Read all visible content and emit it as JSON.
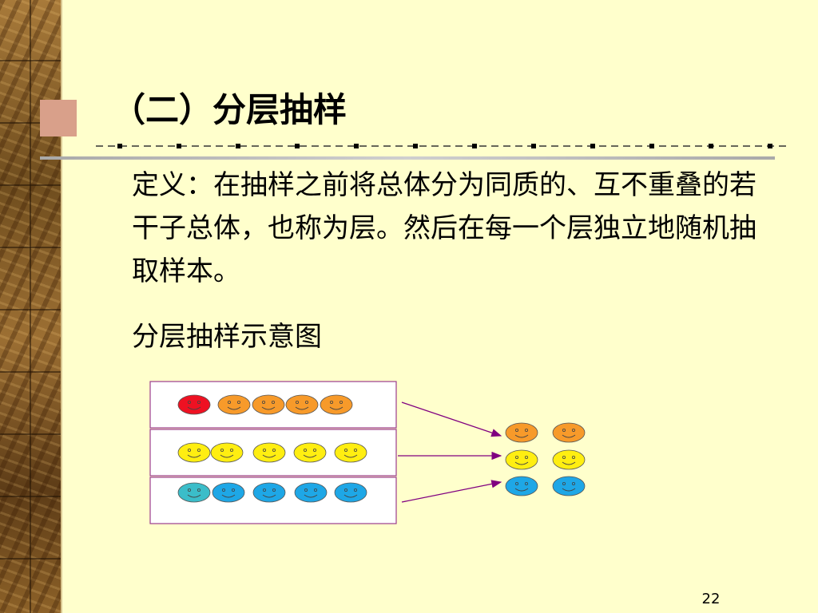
{
  "slide": {
    "title": "（二）分层抽样",
    "definition": "定义：在抽样之前将总体分为同质的、互不重叠的若干子总体，也称为层。然后在每一个层独立地随机抽取样本。",
    "diagram_caption": "分层抽样示意图",
    "page_number": "22"
  },
  "colors": {
    "background": "#ffffcc",
    "bullet": "#d9a08a",
    "arrow": "#800080",
    "diagram_border": "#9b3d8e",
    "face_red": "#ee1122",
    "face_orange": "#f79a2a",
    "face_yellow": "#ffee11",
    "face_teal": "#3bbdc9",
    "face_blue": "#1ea7e6"
  },
  "diagram": {
    "strata": [
      {
        "name": "stratum-1",
        "faces": [
          "face_red",
          "face_orange",
          "face_orange",
          "face_orange",
          "face_orange"
        ]
      },
      {
        "name": "stratum-2",
        "faces": [
          "face_yellow",
          "face_yellow",
          "face_yellow",
          "face_yellow",
          "face_yellow"
        ]
      },
      {
        "name": "stratum-3",
        "faces": [
          "face_teal",
          "face_blue",
          "face_blue",
          "face_blue",
          "face_blue"
        ]
      }
    ],
    "sample": [
      [
        "face_orange",
        "face_orange"
      ],
      [
        "face_yellow",
        "face_yellow"
      ],
      [
        "face_blue",
        "face_blue"
      ]
    ]
  }
}
